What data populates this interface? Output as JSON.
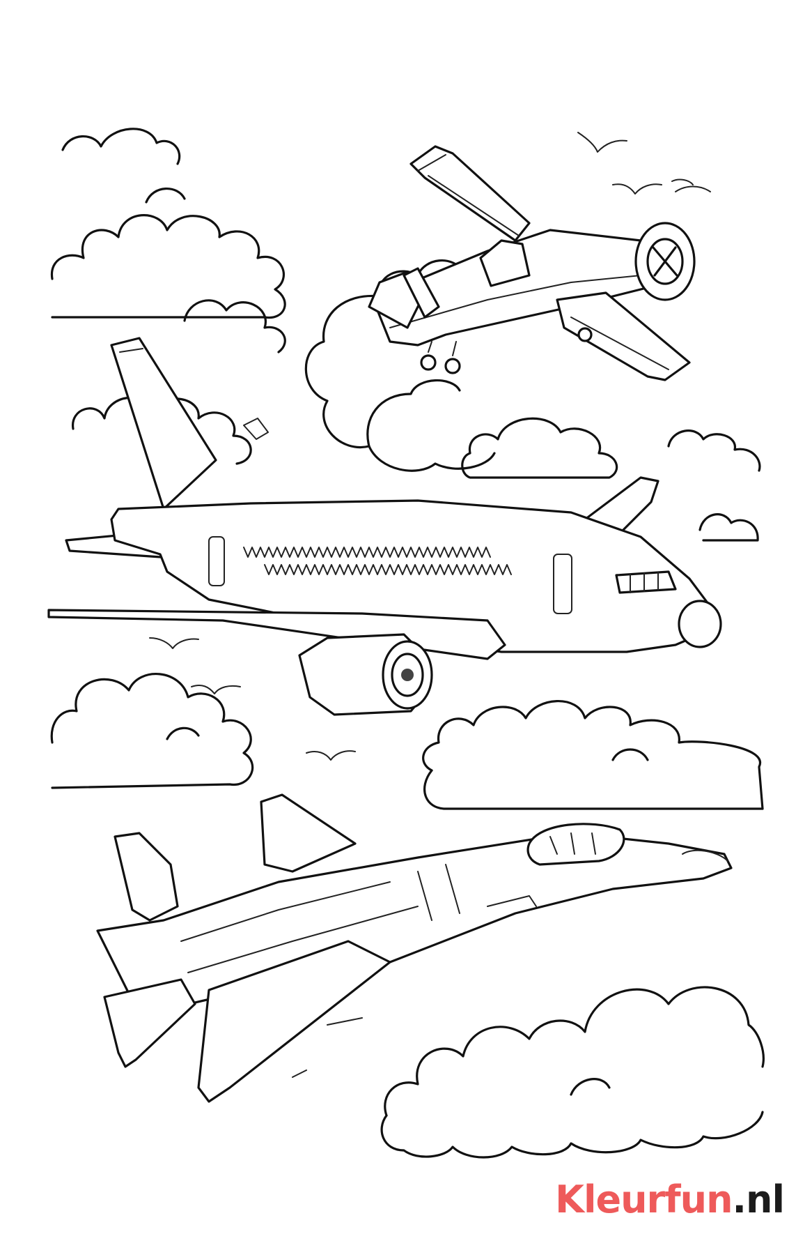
{
  "logo": {
    "name_part": "Kleurfun",
    "tld_part": ".nl"
  },
  "colors": {
    "brand": "#ee5a5a",
    "ink": "#111111",
    "tld": "#1b1b1b"
  },
  "subjects": [
    "propeller-airplane",
    "passenger-jet",
    "fighter-jet",
    "clouds",
    "birds"
  ]
}
